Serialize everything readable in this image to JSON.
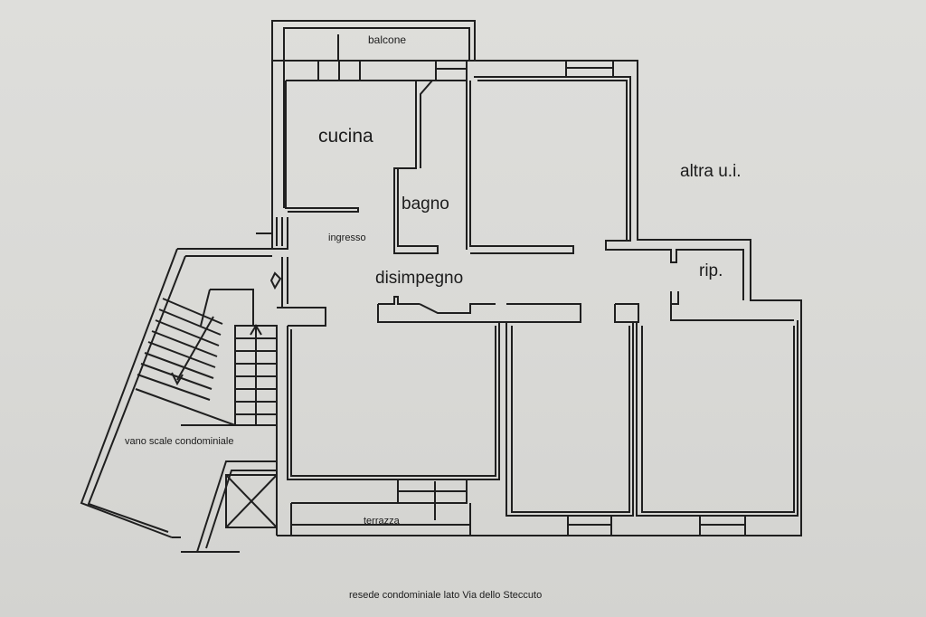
{
  "plan": {
    "labels": {
      "balcone": "balcone",
      "cucina": "cucina",
      "bagno": "bagno",
      "ingresso": "ingresso",
      "disimpegno": "disimpegno",
      "altra_ui": "altra u.i.",
      "rip": "rip.",
      "vano_scale": "vano scale condominiale",
      "terrazza": "terrazza",
      "resede": "resede condominiale lato Via dello Steccuto"
    },
    "colors": {
      "paper": "#dcdcd9",
      "ink": "#1c1c1c"
    }
  }
}
